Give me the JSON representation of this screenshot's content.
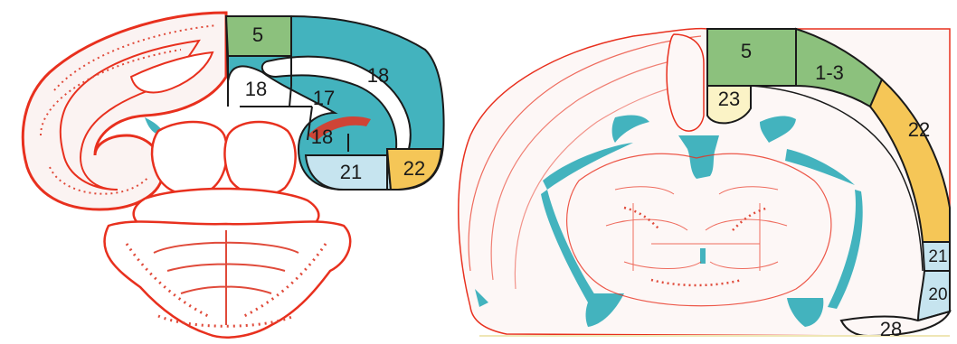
{
  "colors": {
    "outline": "#e8301e",
    "dots": "#e04a3a",
    "teal": "#43b3be",
    "green": "#8cc17d",
    "orange": "#f5c657",
    "light_blue": "#c6e4ef",
    "cream": "#fbf3c6",
    "border": "#1a1a1a",
    "ground_line": "#efe6b5"
  },
  "left_panel": {
    "labels": {
      "r5": "5",
      "r18_top": "18",
      "r18_left": "18",
      "r17": "17",
      "r18_inner": "18",
      "r21": "21",
      "r22": "22"
    }
  },
  "right_panel": {
    "labels": {
      "r5": "5",
      "r1_3": "1-3",
      "r23": "23",
      "r22": "22",
      "r21": "21",
      "r20": "20",
      "r28": "28"
    }
  }
}
